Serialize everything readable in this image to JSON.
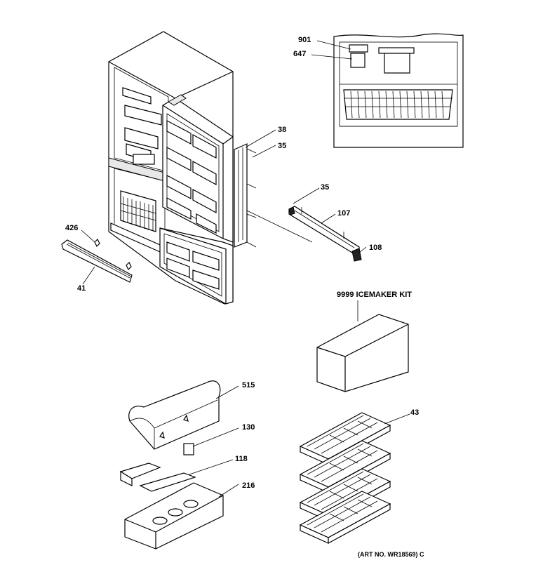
{
  "diagram": {
    "labels": {
      "p901": "901",
      "p647": "647",
      "p38": "38",
      "p35a": "35",
      "p35b": "35",
      "p107": "107",
      "p108": "108",
      "p426": "426",
      "p41": "41",
      "icemaker_kit": "9999 ICEMAKER KIT",
      "p515": "515",
      "p130": "130",
      "p118": "118",
      "p216": "216",
      "p43": "43"
    },
    "art_no": "(ART NO. WR18569) C"
  }
}
